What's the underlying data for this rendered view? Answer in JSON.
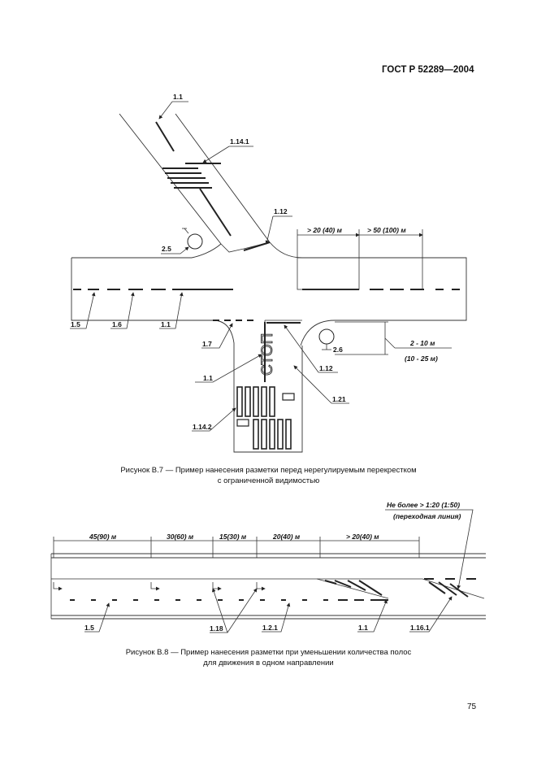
{
  "header": {
    "standard": "ГОСТ Р 52289—2004"
  },
  "figure7": {
    "caption_line1": "Рисунок В.7 — Пример нанесения разметки перед нерегулируемым перекрестком",
    "caption_line2": "с ограниченной видимостью",
    "labels": {
      "l_1_1_top": "1.1",
      "l_1_14_1": "1.14.1",
      "l_1_12_top": "1.12",
      "l_2_5": "2.5",
      "l_dist_20_40": "> 20 (40) м",
      "l_dist_50_100": "> 50 (100) м",
      "l_1_5": "1.5",
      "l_1_6": "1.6",
      "l_1_1_mid": "1.1",
      "l_1_7": "1.7",
      "l_2_6": "2.6",
      "l_2_10": "2 - 10 м",
      "l_10_25": "(10 - 25 м)",
      "l_1_1_low": "1.1",
      "l_1_12_low": "1.12",
      "l_1_21": "1.21",
      "l_1_14_2": "1.14.2",
      "stop_word": "СТОП"
    }
  },
  "figure8": {
    "caption_line1": "Рисунок В.8 — Пример нанесения разметки при уменьшении количества полос",
    "caption_line2": "для движения в одном направлении",
    "labels": {
      "l_not_more": "Не более > 1:20 (1:50)",
      "l_transition": "(переходная линия)",
      "l_45_90": "45(90) м",
      "l_30_60": "30(60) м",
      "l_15_30": "15(30) м",
      "l_20_40": "20(40) м",
      "l_ge_20_40": "> 20(40) м",
      "l_1_5": "1.5",
      "l_1_18": "1.18",
      "l_1_2_1": "1.2.1",
      "l_1_1": "1.1",
      "l_1_16_1": "1.16.1"
    }
  },
  "page_number": "75"
}
